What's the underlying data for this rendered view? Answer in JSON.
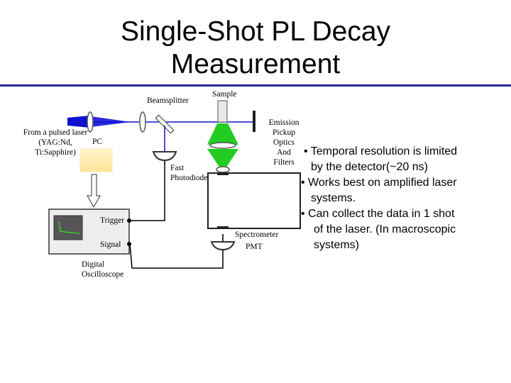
{
  "title": {
    "line1": "Single-Shot PL Decay",
    "line2": "Measurement"
  },
  "accent_color": "#1f2a9a",
  "beam_color": "#1010d0",
  "pl_color": "#22cc22",
  "labels": {
    "beamsplitter": "Beamsplitter",
    "sample": "Sample",
    "source_line1": "From a pulsed laser",
    "source_line2": "(YAG:Nd,",
    "source_line3": "Ti:Sapphire)",
    "pc": "PC",
    "emission_line1": "Emission",
    "emission_line2": "Pickup",
    "emission_line3": "Optics",
    "emission_line4": "And",
    "emission_line5": "Filters",
    "photodiode_line1": "Fast",
    "photodiode_line2": "Photodiode",
    "trigger": "Trigger",
    "signal": "Signal",
    "spectrometer": "Spectrometer",
    "pmt": "PMT",
    "scope_line1": "Digital",
    "scope_line2": "Oscilloscope"
  },
  "bullets": [
    "• Temporal resolution is limited",
    "  by the detector(~20 ns)",
    "• Works best on amplified laser",
    "  systems.",
    "• Can collect the data in 1 shot",
    "  of the laser. (In macroscopic",
    "  systems)"
  ]
}
